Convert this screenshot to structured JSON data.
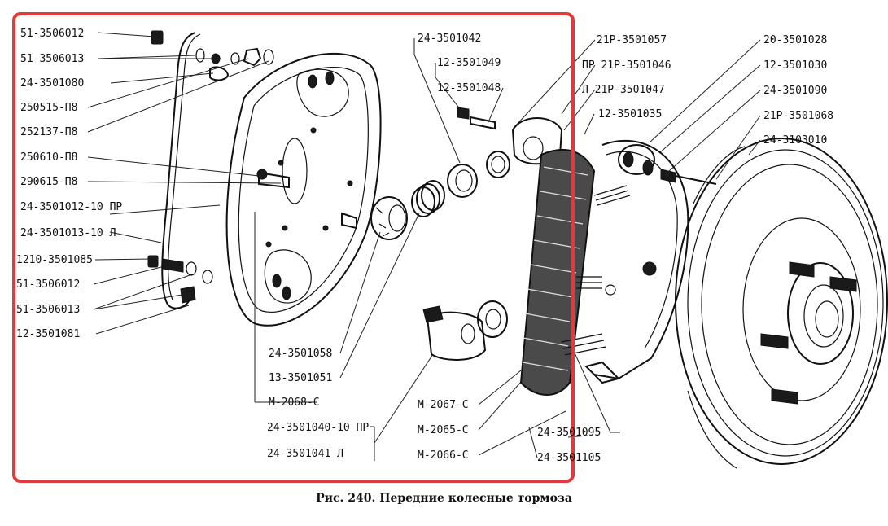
{
  "caption": "Рис. 240. Передние колесные тормоза",
  "highlight_color": "#e03a3a",
  "labels": [
    "51-3506012",
    "51-3506013",
    "24-3501080",
    "250515-П8",
    "252137-П8",
    "250610-П8",
    "290615-П8",
    "24-3501012-10 ПР",
    "24-3501013-10 Л",
    "1210-3501085",
    "51-3506012",
    "51-3506013",
    "12-3501081",
    "24-3501058",
    "13-3501051",
    "М-2068-С",
    "24-3501040-10 ПР",
    "24-3501041 Л",
    "24-3501042",
    "12-3501049",
    "12-3501048",
    "21Р-3501057",
    "ПР 21Р-3501046",
    "Л 21Р-3501047",
    "12-3501035",
    "20-3501028",
    "12-3501030",
    "24-3501090",
    "21Р-3501068",
    "24-3103010",
    "М-2067-С",
    "М-2065-С",
    "М-2066-С",
    "24-3501095",
    "24-3501105"
  ]
}
